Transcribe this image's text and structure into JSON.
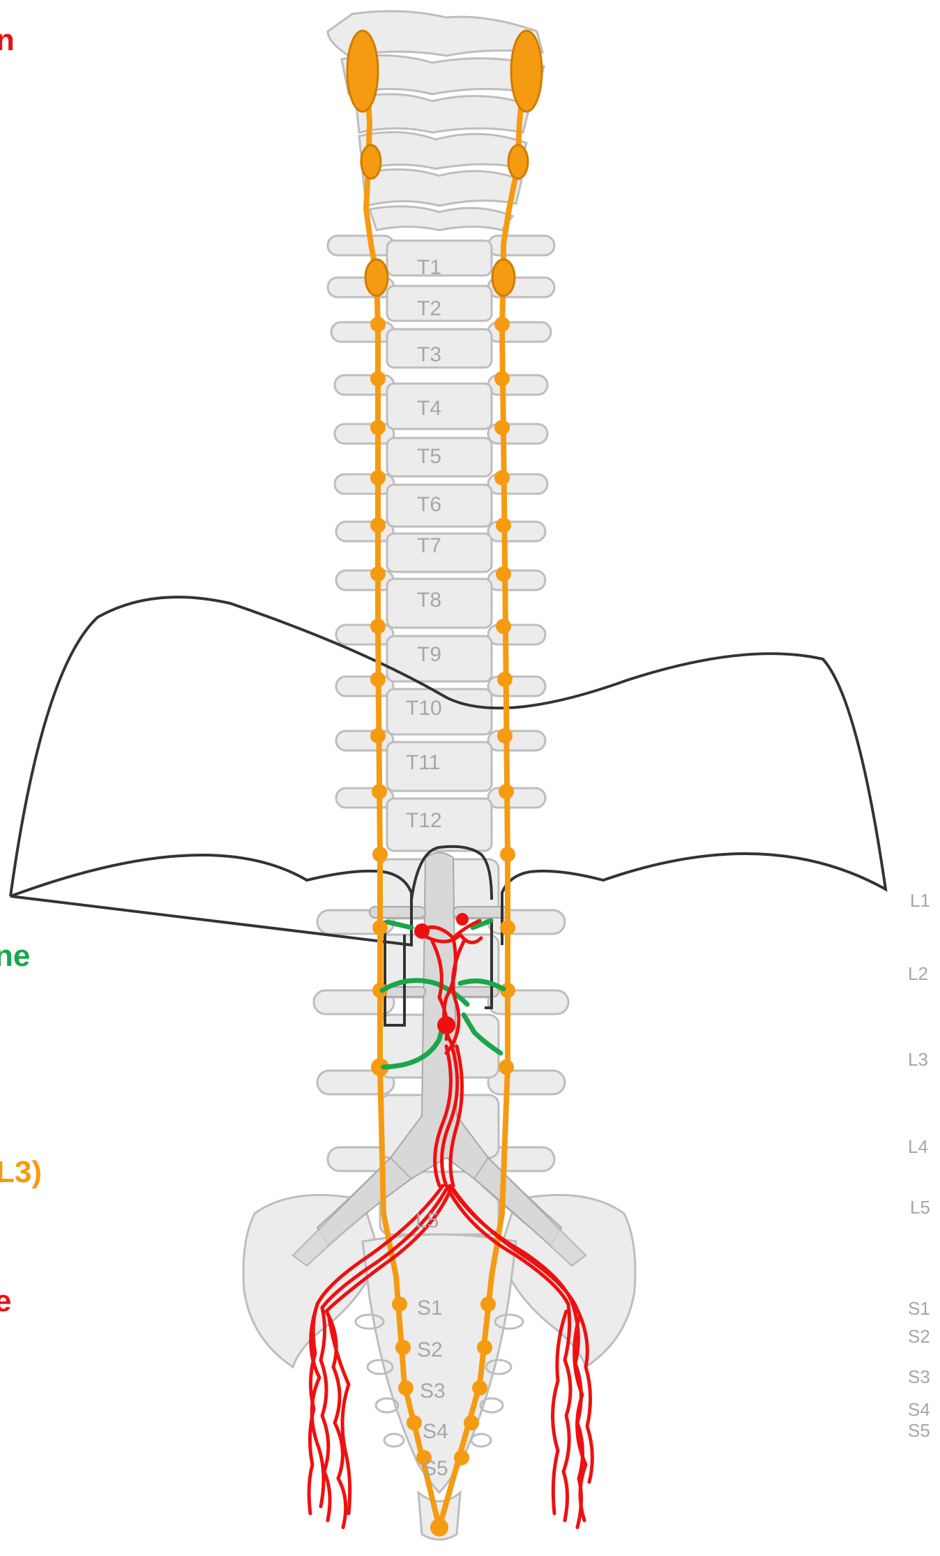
{
  "left_labels": {
    "top_fragment": "n",
    "green_fragment": "ne",
    "orange_fragment": "L3)",
    "red_fragment": "e"
  },
  "colors": {
    "sympathetic_chain": "#f59b12",
    "green_nerves": "#1aa64a",
    "red_plexus": "#ee1010",
    "bone": "#ececec",
    "bone_outline": "#bdbdbd",
    "vertebra_label": "#a6a6a6",
    "diaphragm": "#333333"
  },
  "thoracic_labels": [
    "T1",
    "T2",
    "T3",
    "T4",
    "T5",
    "T6",
    "T7",
    "T8",
    "T9",
    "T10",
    "T11",
    "T12"
  ],
  "lumbar_labels": [
    "L1",
    "L2",
    "L3",
    "L4",
    "L5"
  ],
  "body_L5_label": "L5",
  "sacral_labels": [
    "S1",
    "S2",
    "S3",
    "S4",
    "S5"
  ],
  "sacral_right_labels": [
    "S1",
    "S2",
    "S3",
    "S4",
    "S5"
  ]
}
